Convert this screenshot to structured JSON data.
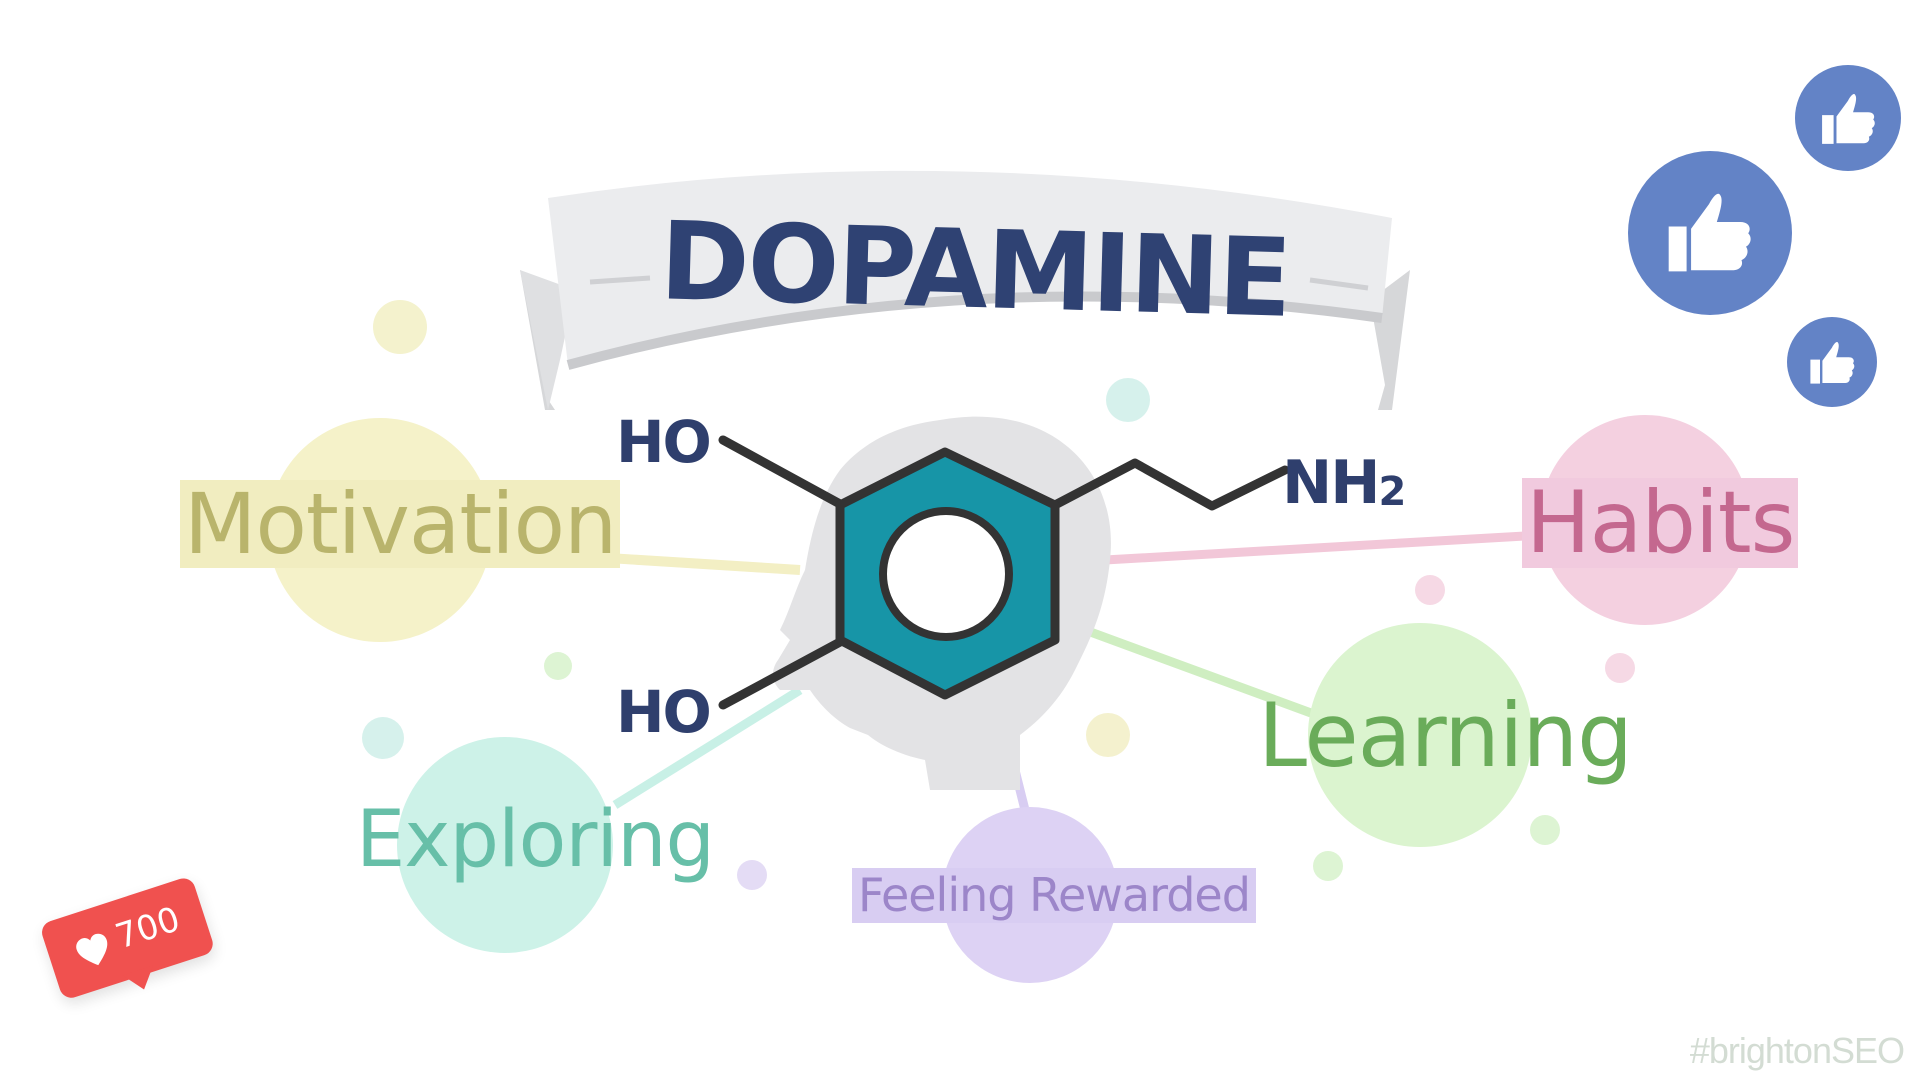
{
  "title": "DOPAMINE",
  "molecule": {
    "hydroxyl_top": "HO",
    "hydroxyl_bottom": "HO",
    "amine_base": "NH",
    "amine_subscript": "2"
  },
  "concepts": {
    "motivation": "Motivation",
    "habits": "Habits",
    "learning": "Learning",
    "exploring": "Exploring",
    "rewarded": "Feeling Rewarded"
  },
  "like_badge": {
    "count": "700",
    "icon": "heart-icon"
  },
  "thumbs": {
    "icon": "thumbs-up-icon",
    "color": "#6383c6"
  },
  "hashtag": "#brightonSEO",
  "colors": {
    "title": "#2f4273",
    "ring": "#1795a7",
    "motivation": "#f1edc0",
    "habits": "#f1cade",
    "learning": "#d6f2c8",
    "exploring": "#c8f0e6",
    "rewarded": "#d8cdf2",
    "like_badge": "#f0514f"
  }
}
